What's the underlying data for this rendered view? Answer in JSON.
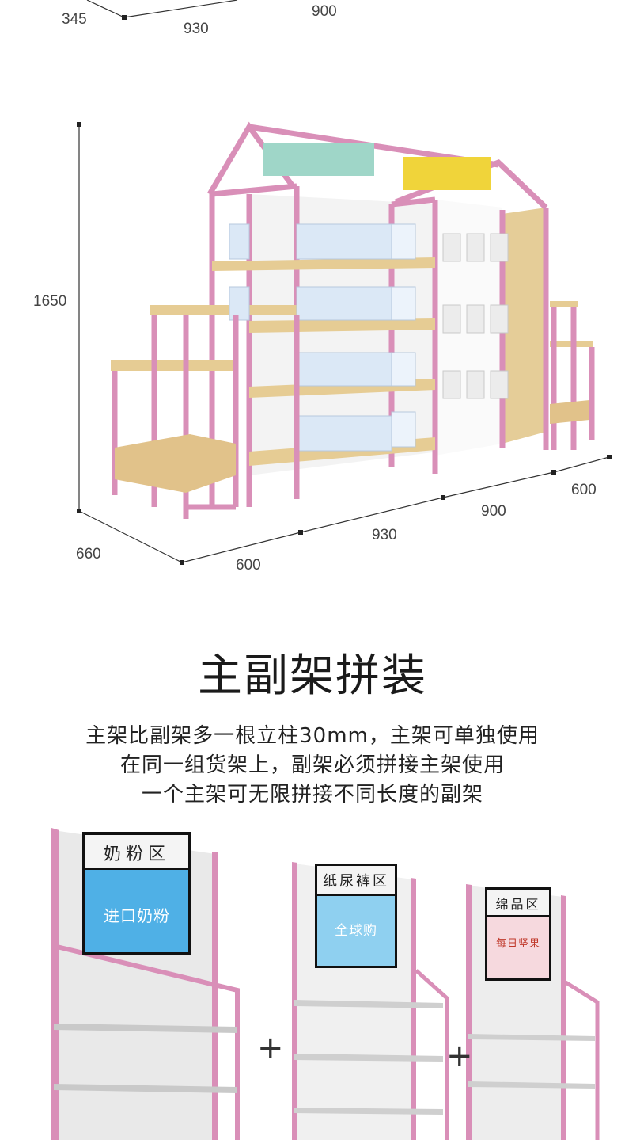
{
  "top_dims": {
    "a": "345",
    "b": "930",
    "c": "900"
  },
  "shelf_dims": {
    "height": "1650",
    "left_depth": "660",
    "bottom_left": "600",
    "front_mid": "930",
    "back_mid": "900",
    "right_end": "600"
  },
  "section": {
    "title": "主副架拼装",
    "lines": [
      "主架比副架多一根立柱30mm，主架可单独使用",
      "在同一组货架上，副架必须拼接主架使用",
      "一个主架可无限拼接不同长度的副架"
    ]
  },
  "panels": [
    {
      "sign": "奶粉区",
      "poster": "进口奶粉"
    },
    {
      "sign": "纸尿裤区",
      "poster": "全球购"
    },
    {
      "sign": "绵品区",
      "poster": "每日坚果"
    }
  ],
  "plus": "+",
  "colors": {
    "pink_frame": "#d98fb8",
    "wood": "#e8cf9a",
    "panel": "#e6e6e6"
  }
}
